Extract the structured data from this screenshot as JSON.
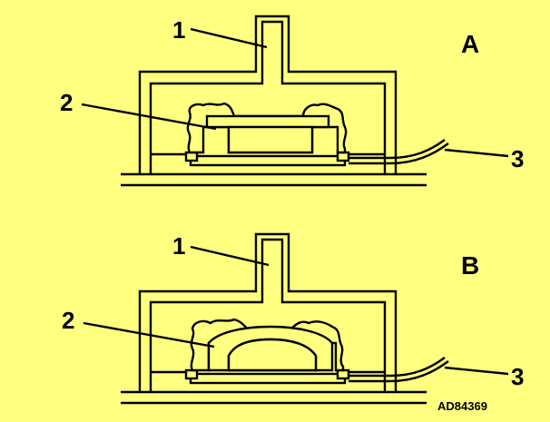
{
  "colors": {
    "background": "#FFFF80",
    "fill": "#FFFF80",
    "stroke": "#000000"
  },
  "panels": [
    {
      "id": "A",
      "label": "A",
      "callouts": [
        {
          "number": "1"
        },
        {
          "number": "2"
        },
        {
          "number": "3"
        }
      ],
      "component_shape": "flat"
    },
    {
      "id": "B",
      "label": "B",
      "callouts": [
        {
          "number": "1"
        },
        {
          "number": "2"
        },
        {
          "number": "3"
        }
      ],
      "component_shape": "domed"
    }
  ],
  "figure_code": "AD84369"
}
